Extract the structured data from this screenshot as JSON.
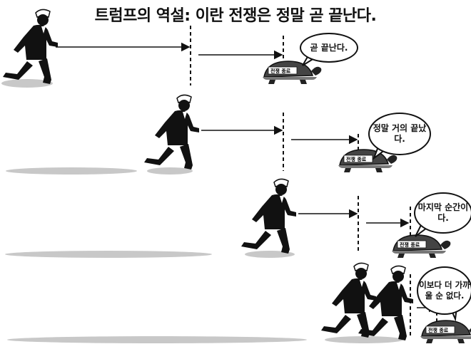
{
  "title": "트럼프의 역설: 이란 전쟁은 정말 곧 끝난다.",
  "shell_label": "전쟁 종료",
  "bubbles": [
    "곧 끝난다.",
    "정말 거의 끝났다.",
    "마지막 순간이다.",
    "이보다 더 가까울 순 없다."
  ],
  "colors": {
    "ink": "#111111",
    "shadow": "#c8c8c8",
    "background": "#ffffff"
  }
}
